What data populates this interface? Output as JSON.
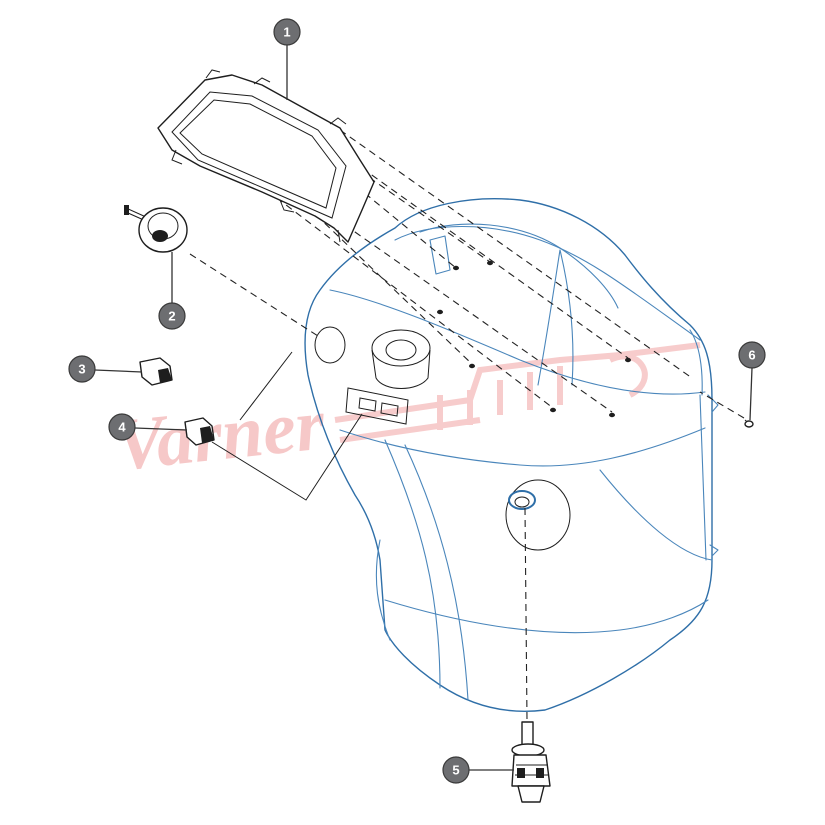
{
  "diagram": {
    "callouts": [
      "1",
      "2",
      "3",
      "4",
      "5",
      "6"
    ],
    "watermark": "Varner"
  },
  "colors": {
    "callout_fill": "#6d6e71",
    "body_outline": "#2f6fa8",
    "watermark": "#f4b6b6",
    "line": "#222222"
  }
}
